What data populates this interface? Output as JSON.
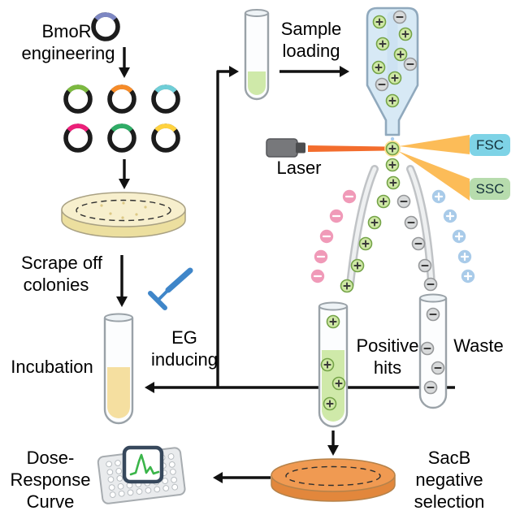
{
  "labels": {
    "bmor1": "BmoR",
    "bmor2": "engineering",
    "sample1": "Sample",
    "sample2": "loading",
    "scrape1": "Scrape off",
    "scrape2": "colonies",
    "incubation": "Incubation",
    "eg1": "EG",
    "eg2": "inducing",
    "laser": "Laser",
    "fsc": "FSC",
    "ssc": "SSC",
    "pos1": "Positive",
    "pos2": "hits",
    "waste": "Waste",
    "sacb1": "SacB",
    "sacb2": "negative",
    "sacb3": "selection",
    "dose1": "Dose-",
    "dose2": "Response",
    "dose3": "Curve"
  },
  "colors": {
    "arrow": "#111111",
    "plasmid-ring": "#1c1c1c",
    "plasmid-blue": "#7d87c3",
    "plasmid-green": "#7cb940",
    "plasmid-orange": "#f68b28",
    "plasmid-cyan": "#6fced7",
    "plasmid-magenta": "#ec1f79",
    "plasmid-teal": "#2fac66",
    "plasmid-yellow": "#ffd23f",
    "dish-cream": "#f7efcd",
    "dish-cream-side": "#ecdf9f",
    "dish-orange": "#f09a52",
    "dish-orange-side": "#e2873c",
    "tube-outline": "#9aa2a8",
    "liquid-yellow": "#f5dfa0",
    "liquid-green": "#cfe9a9",
    "cell-positive-fill": "#cfe8a5",
    "cell-positive-stroke": "#74a347",
    "cell-negative-fill": "#d8dadb",
    "cell-negative-stroke": "#96989a",
    "droplet-pink": "#f09ab8",
    "droplet-blue": "#a9cbe9",
    "chamber-fill": "#d7e9f5",
    "chamber-stroke": "#90a9bd",
    "laser-body": "#77787b",
    "beam-main": "#f26522",
    "beam-scatter": "#fbb03b",
    "fsc-badge": "#7ed3e6",
    "ssc-badge": "#b7dcad",
    "deflector": "#c0c3c6",
    "scraper-blue": "#3f86c9",
    "plate-gray": "#e9ebed",
    "screen-border": "#37485c",
    "curve-green": "#3bb54a"
  }
}
